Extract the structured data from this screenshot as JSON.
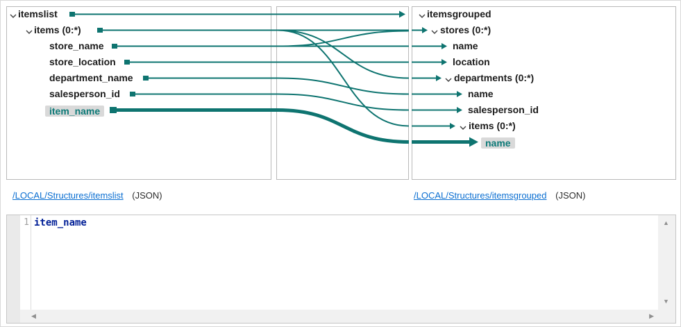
{
  "mapping_area": {
    "source": {
      "rows": [
        {
          "label": "itemslist",
          "level": 0,
          "expandable": true
        },
        {
          "label": "items (0:*)",
          "level": 1,
          "expandable": true
        },
        {
          "label": "store_name",
          "level": 2
        },
        {
          "label": "store_location",
          "level": 2
        },
        {
          "label": "department_name",
          "level": 2
        },
        {
          "label": "salesperson_id",
          "level": 2
        },
        {
          "label": "item_name",
          "level": 2,
          "selected": true
        }
      ]
    },
    "target": {
      "rows": [
        {
          "label": "itemsgrouped",
          "level": 0,
          "expandable": true
        },
        {
          "label": "stores (0:*)",
          "level": 1,
          "expandable": true,
          "mapped": true
        },
        {
          "label": "name",
          "level": 2,
          "mapped": true
        },
        {
          "label": "location",
          "level": 2,
          "mapped": true
        },
        {
          "label": "departments (0:*)",
          "level": 2,
          "expandable": true,
          "mapped": true
        },
        {
          "label": "name",
          "level": 3,
          "mapped": true
        },
        {
          "label": "salesperson_id",
          "level": 3,
          "mapped": true
        },
        {
          "label": "items (0:*)",
          "level": 3,
          "expandable": true,
          "mapped": true
        },
        {
          "label": "name",
          "level": 4,
          "mapped": true,
          "selected": true
        }
      ]
    },
    "mappings": [
      {
        "source": "itemslist",
        "target": "itemsgrouped"
      },
      {
        "source": "items",
        "target": "stores (0:*)"
      },
      {
        "source": "items",
        "target": "departments (0:*)"
      },
      {
        "source": "items",
        "target": "items (0:*)"
      },
      {
        "source": "store_name",
        "target": "stores (0:*)"
      },
      {
        "source": "store_name",
        "target": "name"
      },
      {
        "source": "store_location",
        "target": "location"
      },
      {
        "source": "department_name",
        "target": "name"
      },
      {
        "source": "salesperson_id",
        "target": "salesperson_id"
      },
      {
        "source": "item_name",
        "target": "name",
        "selected": true
      }
    ]
  },
  "links": {
    "source": {
      "text": "/LOCAL/Structures/itemslist",
      "suffix": "(JSON)"
    },
    "target": {
      "text": "/LOCAL/Structures/itemsgrouped",
      "suffix": "(JSON)"
    }
  },
  "expression_editor": {
    "line_number": "1",
    "code": "item_name"
  },
  "colors": {
    "mapping_teal": "#0e7470",
    "link_blue": "#0a6ed1",
    "selected_bg": "#d9d9d9",
    "code_text": "#001e96"
  }
}
